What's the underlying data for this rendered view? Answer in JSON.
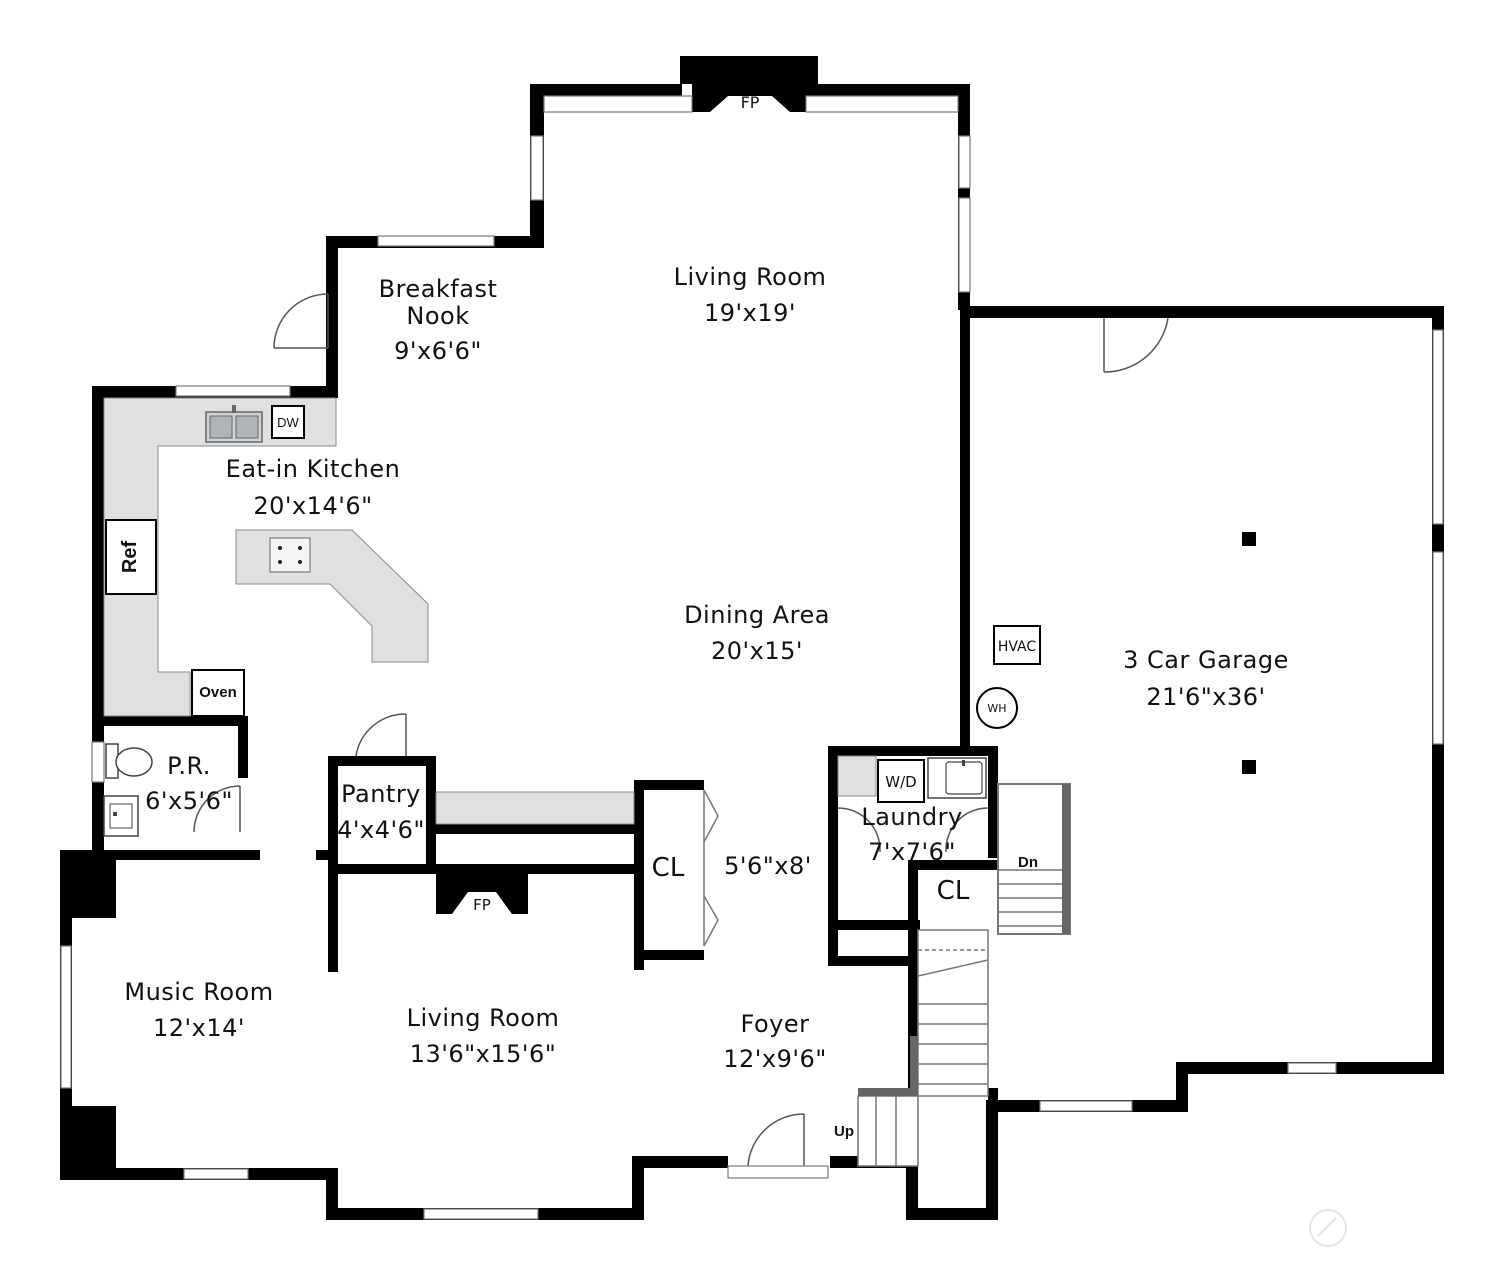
{
  "rooms": {
    "living_upper": {
      "name": "Living Room",
      "size": "19'x19'"
    },
    "breakfast": {
      "name_line1": "Breakfast",
      "name_line2": "Nook",
      "size": "9'x6'6\""
    },
    "kitchen": {
      "name": "Eat-in Kitchen",
      "size": "20'x14'6\""
    },
    "dining": {
      "name": "Dining Area",
      "size": "20'x15'"
    },
    "garage": {
      "name": "3 Car Garage",
      "size": "21'6\"x36'"
    },
    "powder": {
      "name": "P.R.",
      "size": "6'x5'6\""
    },
    "pantry": {
      "name": "Pantry",
      "size": "4'x4'6\""
    },
    "laundry": {
      "name": "Laundry",
      "size": "7'x7'6\""
    },
    "music": {
      "name": "Music Room",
      "size": "12'x14'"
    },
    "living_lower": {
      "name": "Living Room",
      "size": "13'6\"x15'6\""
    },
    "foyer": {
      "name": "Foyer",
      "size": "12'x9'6\""
    },
    "closet_hall": {
      "name": "CL",
      "size": "5'6\"x8'"
    },
    "closet_laundry": {
      "name": "CL"
    }
  },
  "fixtures": {
    "fireplace_top": "FP",
    "fireplace_bottom": "FP",
    "dishwasher": "DW",
    "refrigerator": "Ref",
    "oven": "Oven",
    "washer_dryer": "W/D",
    "hvac": "HVAC",
    "water_heater": "WH"
  },
  "stairs": {
    "down": "Dn",
    "up": "Up"
  },
  "colors": {
    "wall": "#000000",
    "counter": "#e0e0e0",
    "window": "#ffffff"
  }
}
